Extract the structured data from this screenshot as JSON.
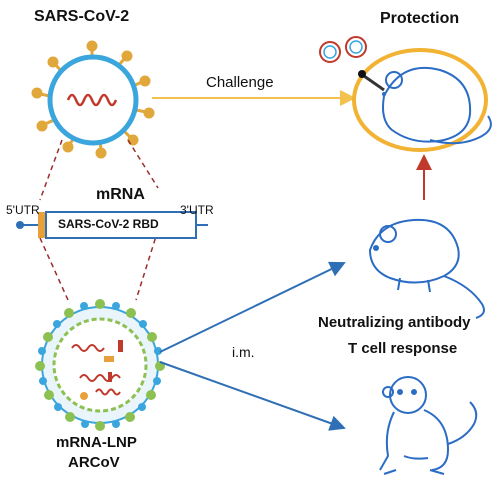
{
  "labels": {
    "virus": "SARS-CoV-2",
    "protection": "Protection",
    "challenge": "Challenge",
    "mrna": "mRNA",
    "utr5": "5'UTR",
    "utr3": "3'UTR",
    "rbd": "SARS-CoV-2 RBD",
    "im": "i.m.",
    "neutralizing": "Neutralizing antibody",
    "tcell": "T cell response",
    "lnp_line1": "mRNA-LNP",
    "lnp_line2": "ARCoV"
  },
  "colors": {
    "yellow_arrow": "#f2c14e",
    "blue_arrow": "#2f6fb5",
    "red_arrow": "#c0392b",
    "animal_stroke": "#2b6cc4",
    "virus_ring": "#3aa6dd",
    "spike": "#e0a73a",
    "rna": "#c0392b",
    "lipid_green": "#8cc152",
    "lipid_blue": "#3aa6dd",
    "protection_ring": "#f2b233"
  },
  "icons": [
    "virus-icon",
    "mouse-icon",
    "monkey-icon",
    "lnp-particle-icon",
    "syringe-icon"
  ]
}
